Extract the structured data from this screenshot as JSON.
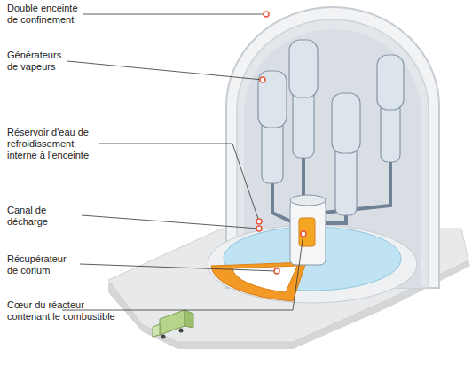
{
  "diagram": {
    "labels": [
      "Double enceinte de confinement",
      "Générateurs de vapeurs",
      "Réservoir d'eau de refroidissement interne à l'enceinte",
      "Canal de décharge",
      "Récupérateur de corium",
      "Cœur du réacteur contenant le combustible"
    ]
  }
}
